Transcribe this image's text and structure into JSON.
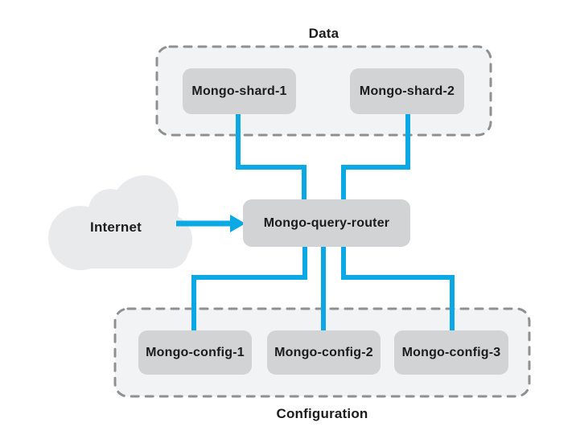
{
  "diagram": {
    "zones": {
      "data": {
        "label": "Data",
        "nodes": [
          {
            "label": "Mongo-shard-1"
          },
          {
            "label": "Mongo-shard-2"
          }
        ]
      },
      "configuration": {
        "label": "Configuration",
        "nodes": [
          {
            "label": "Mongo-config-1"
          },
          {
            "label": "Mongo-config-2"
          },
          {
            "label": "Mongo-config-3"
          }
        ]
      }
    },
    "router": {
      "label": "Mongo-query-router"
    },
    "internet": {
      "label": "Internet"
    }
  },
  "colors": {
    "connector_blue": "#0aa8e5",
    "node_fill": "#d2d3d5",
    "zone_fill": "#f2f3f4",
    "zone_border": "#8e9193",
    "cloud_fill": "#e9eaec",
    "text": "#1c1c1c",
    "background": "#ffffff"
  }
}
